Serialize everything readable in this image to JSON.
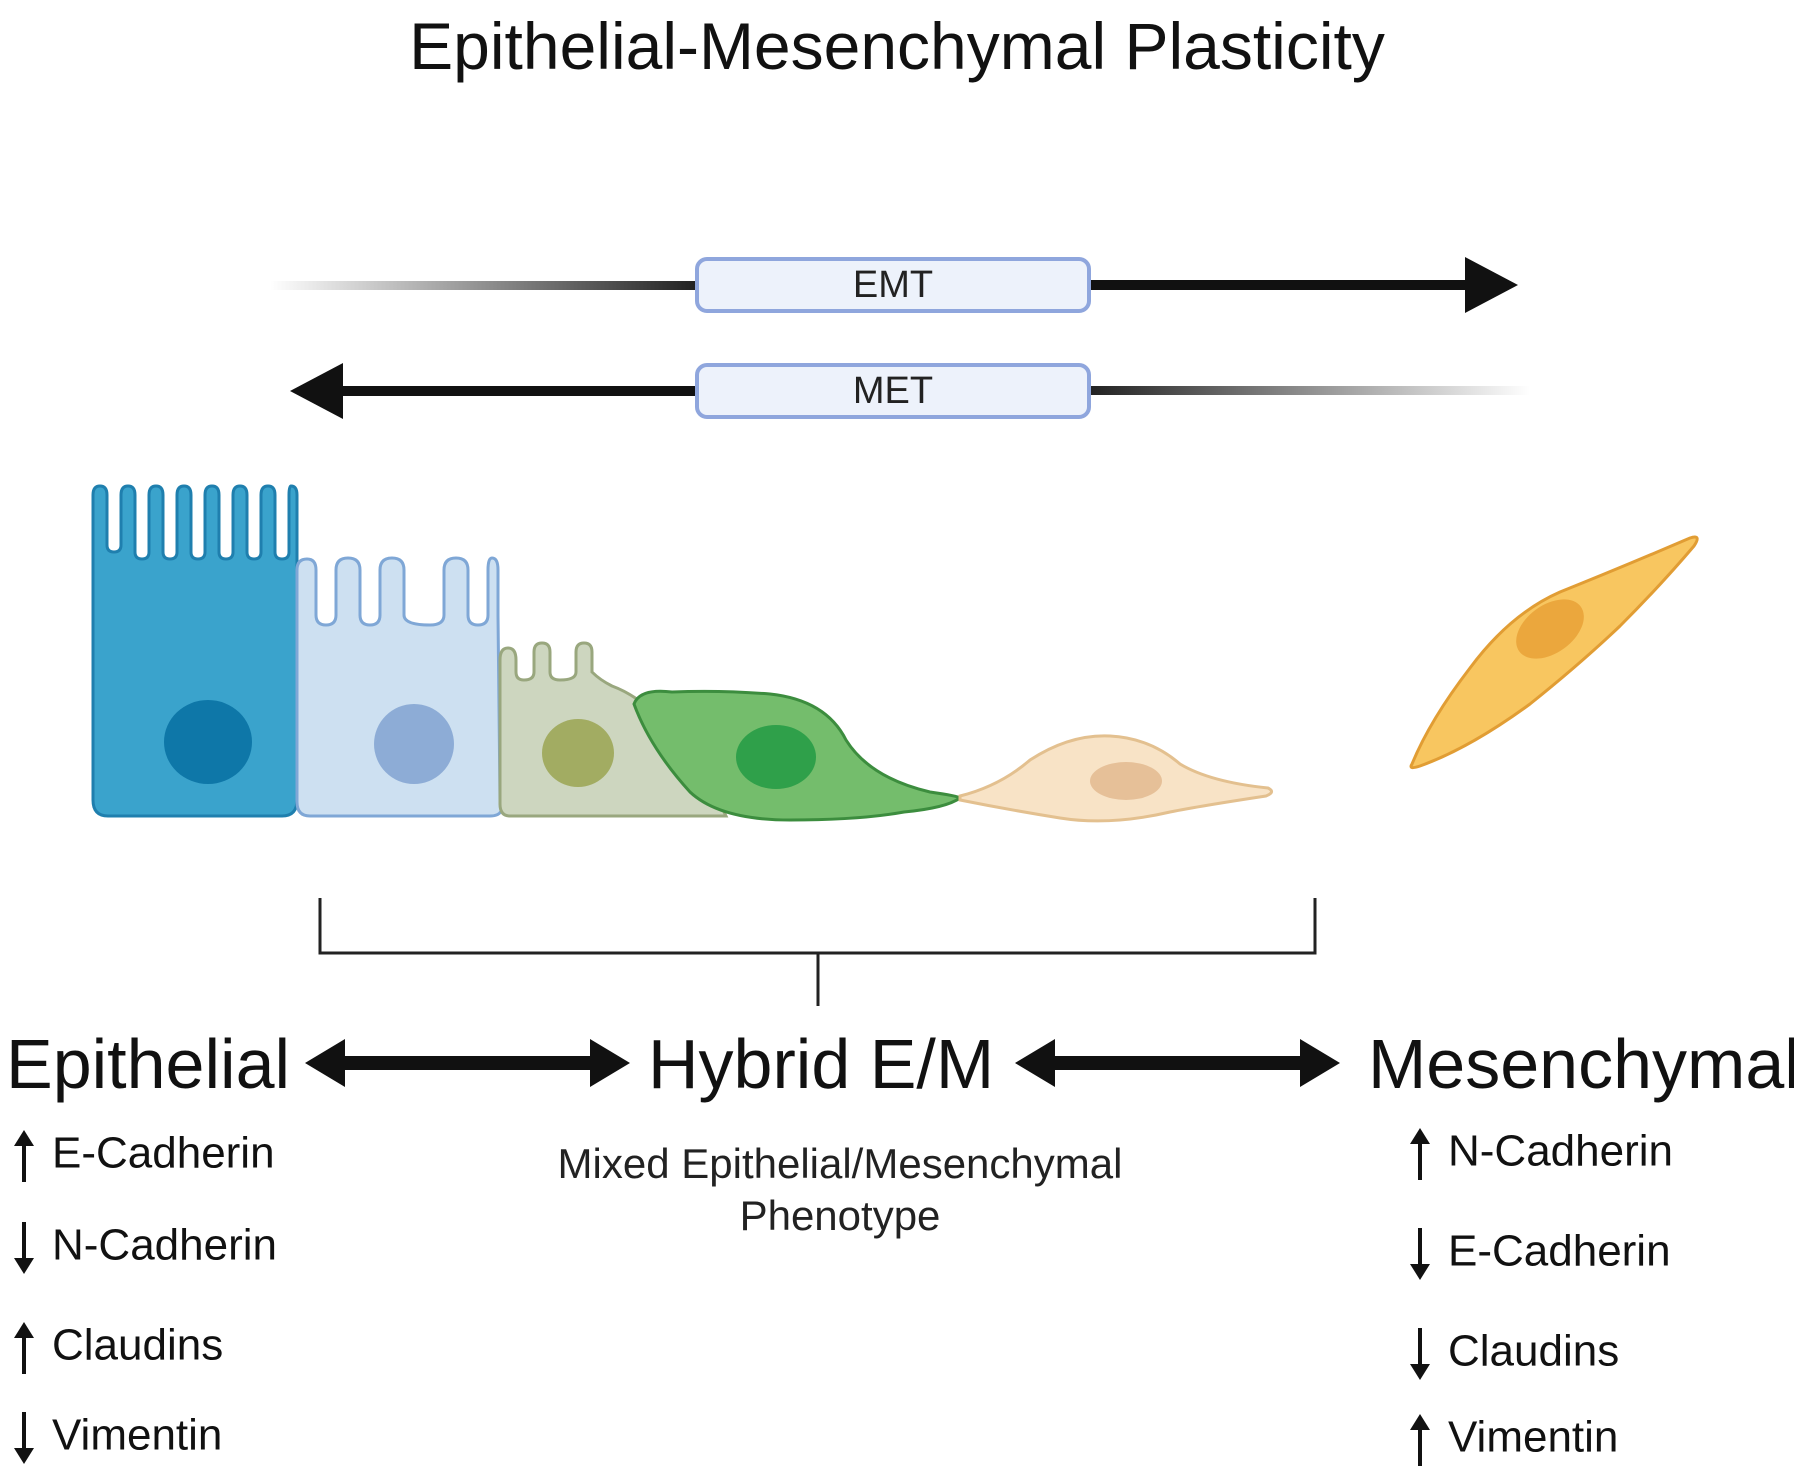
{
  "title": "Epithelial-Mesenchymal Plasticity",
  "transitions": {
    "emt": "EMT",
    "met": "MET"
  },
  "states": {
    "epithelial": {
      "label": "Epithelial",
      "markers": [
        {
          "dir": "up",
          "name": "E-Cadherin"
        },
        {
          "dir": "down",
          "name": "N-Cadherin"
        },
        {
          "dir": "up",
          "name": "Claudins"
        },
        {
          "dir": "down",
          "name": "Vimentin"
        }
      ]
    },
    "hybrid": {
      "label": "Hybrid E/M",
      "description_line1": "Mixed Epithelial/Mesenchymal",
      "description_line2": "Phenotype"
    },
    "mesenchymal": {
      "label": "Mesenchymal",
      "markers": [
        {
          "dir": "up",
          "name": "N-Cadherin"
        },
        {
          "dir": "down",
          "name": "E-Cadherin"
        },
        {
          "dir": "down",
          "name": "Claudins"
        },
        {
          "dir": "up",
          "name": "Vimentin"
        }
      ]
    }
  },
  "colors": {
    "cell1": "#3aa3cc",
    "cell1_nucleus": "#0e77a8",
    "cell2": "#cde0f1",
    "cell2_nucleus": "#8dacd6",
    "cell3": "#cdd6bf",
    "cell3_nucleus": "#a2ac62",
    "cell4": "#74bd6c",
    "cell4_nucleus": "#2fa04a",
    "cell5": "#f8e3c6",
    "cell5_nucleus": "#e6c098",
    "cell6": "#f8c660",
    "cell6_nucleus": "#eba73d",
    "pill_fill": "#edf2fb",
    "pill_stroke": "#8fa6dd"
  }
}
